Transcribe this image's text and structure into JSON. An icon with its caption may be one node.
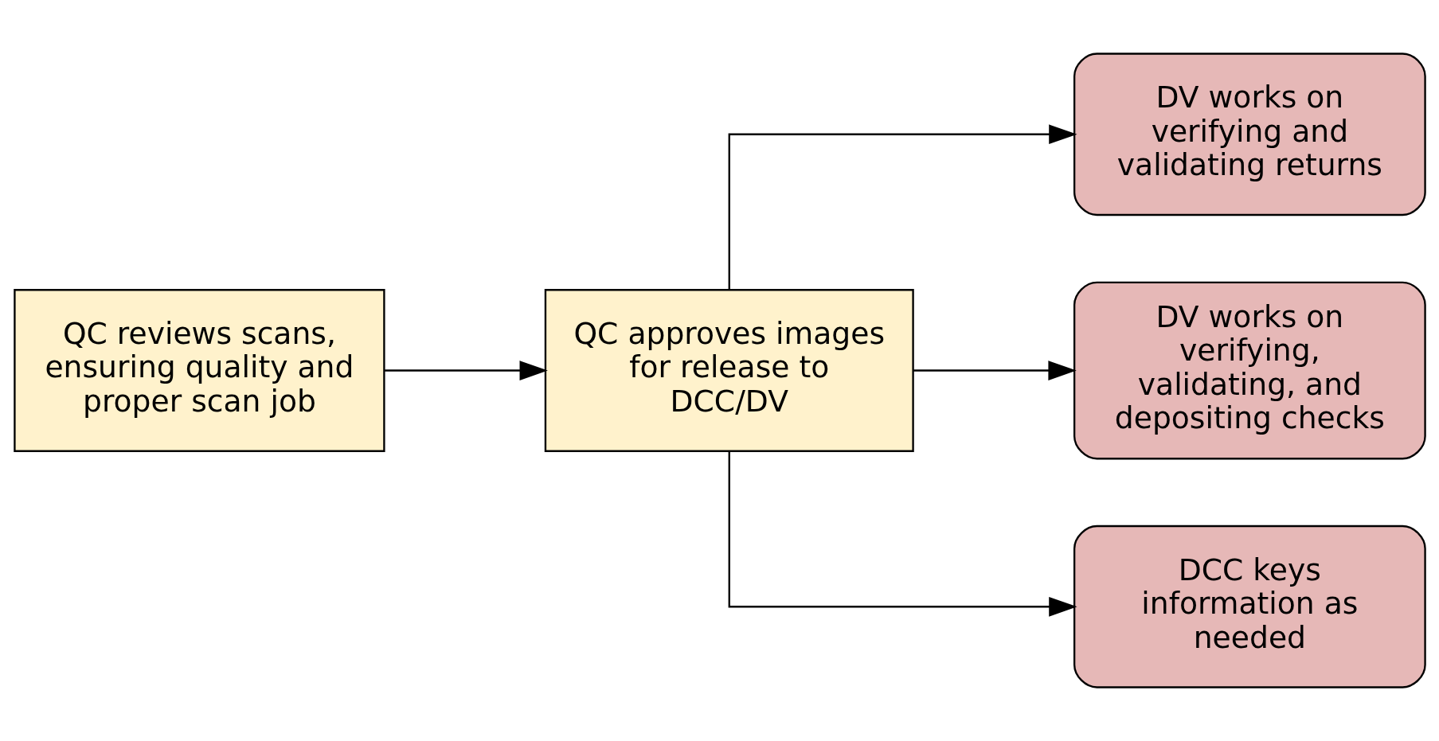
{
  "diagram": {
    "nodes": [
      {
        "text": [
          "QC reviews scans, ensuring quality and proper scan job"
        ]
      },
      {
        "text": [
          "QC approves images for release to DCC/DV"
        ]
      },
      {
        "text": [
          "DV works on verifying and validating returns"
        ]
      },
      {
        "text": [
          "DV works on verifying, validating, and depositing checks"
        ]
      },
      {
        "text": [
          "DCC keys information as needed"
        ]
      }
    ],
    "edges": [
      {
        "from": 0,
        "to": 1,
        "arrow": "to"
      },
      {
        "from": 1,
        "to": 2,
        "arrow": "to"
      },
      {
        "from": 1,
        "to": 3,
        "arrow": "to"
      },
      {
        "from": 1,
        "to": 4,
        "arrow": "to"
      }
    ]
  }
}
